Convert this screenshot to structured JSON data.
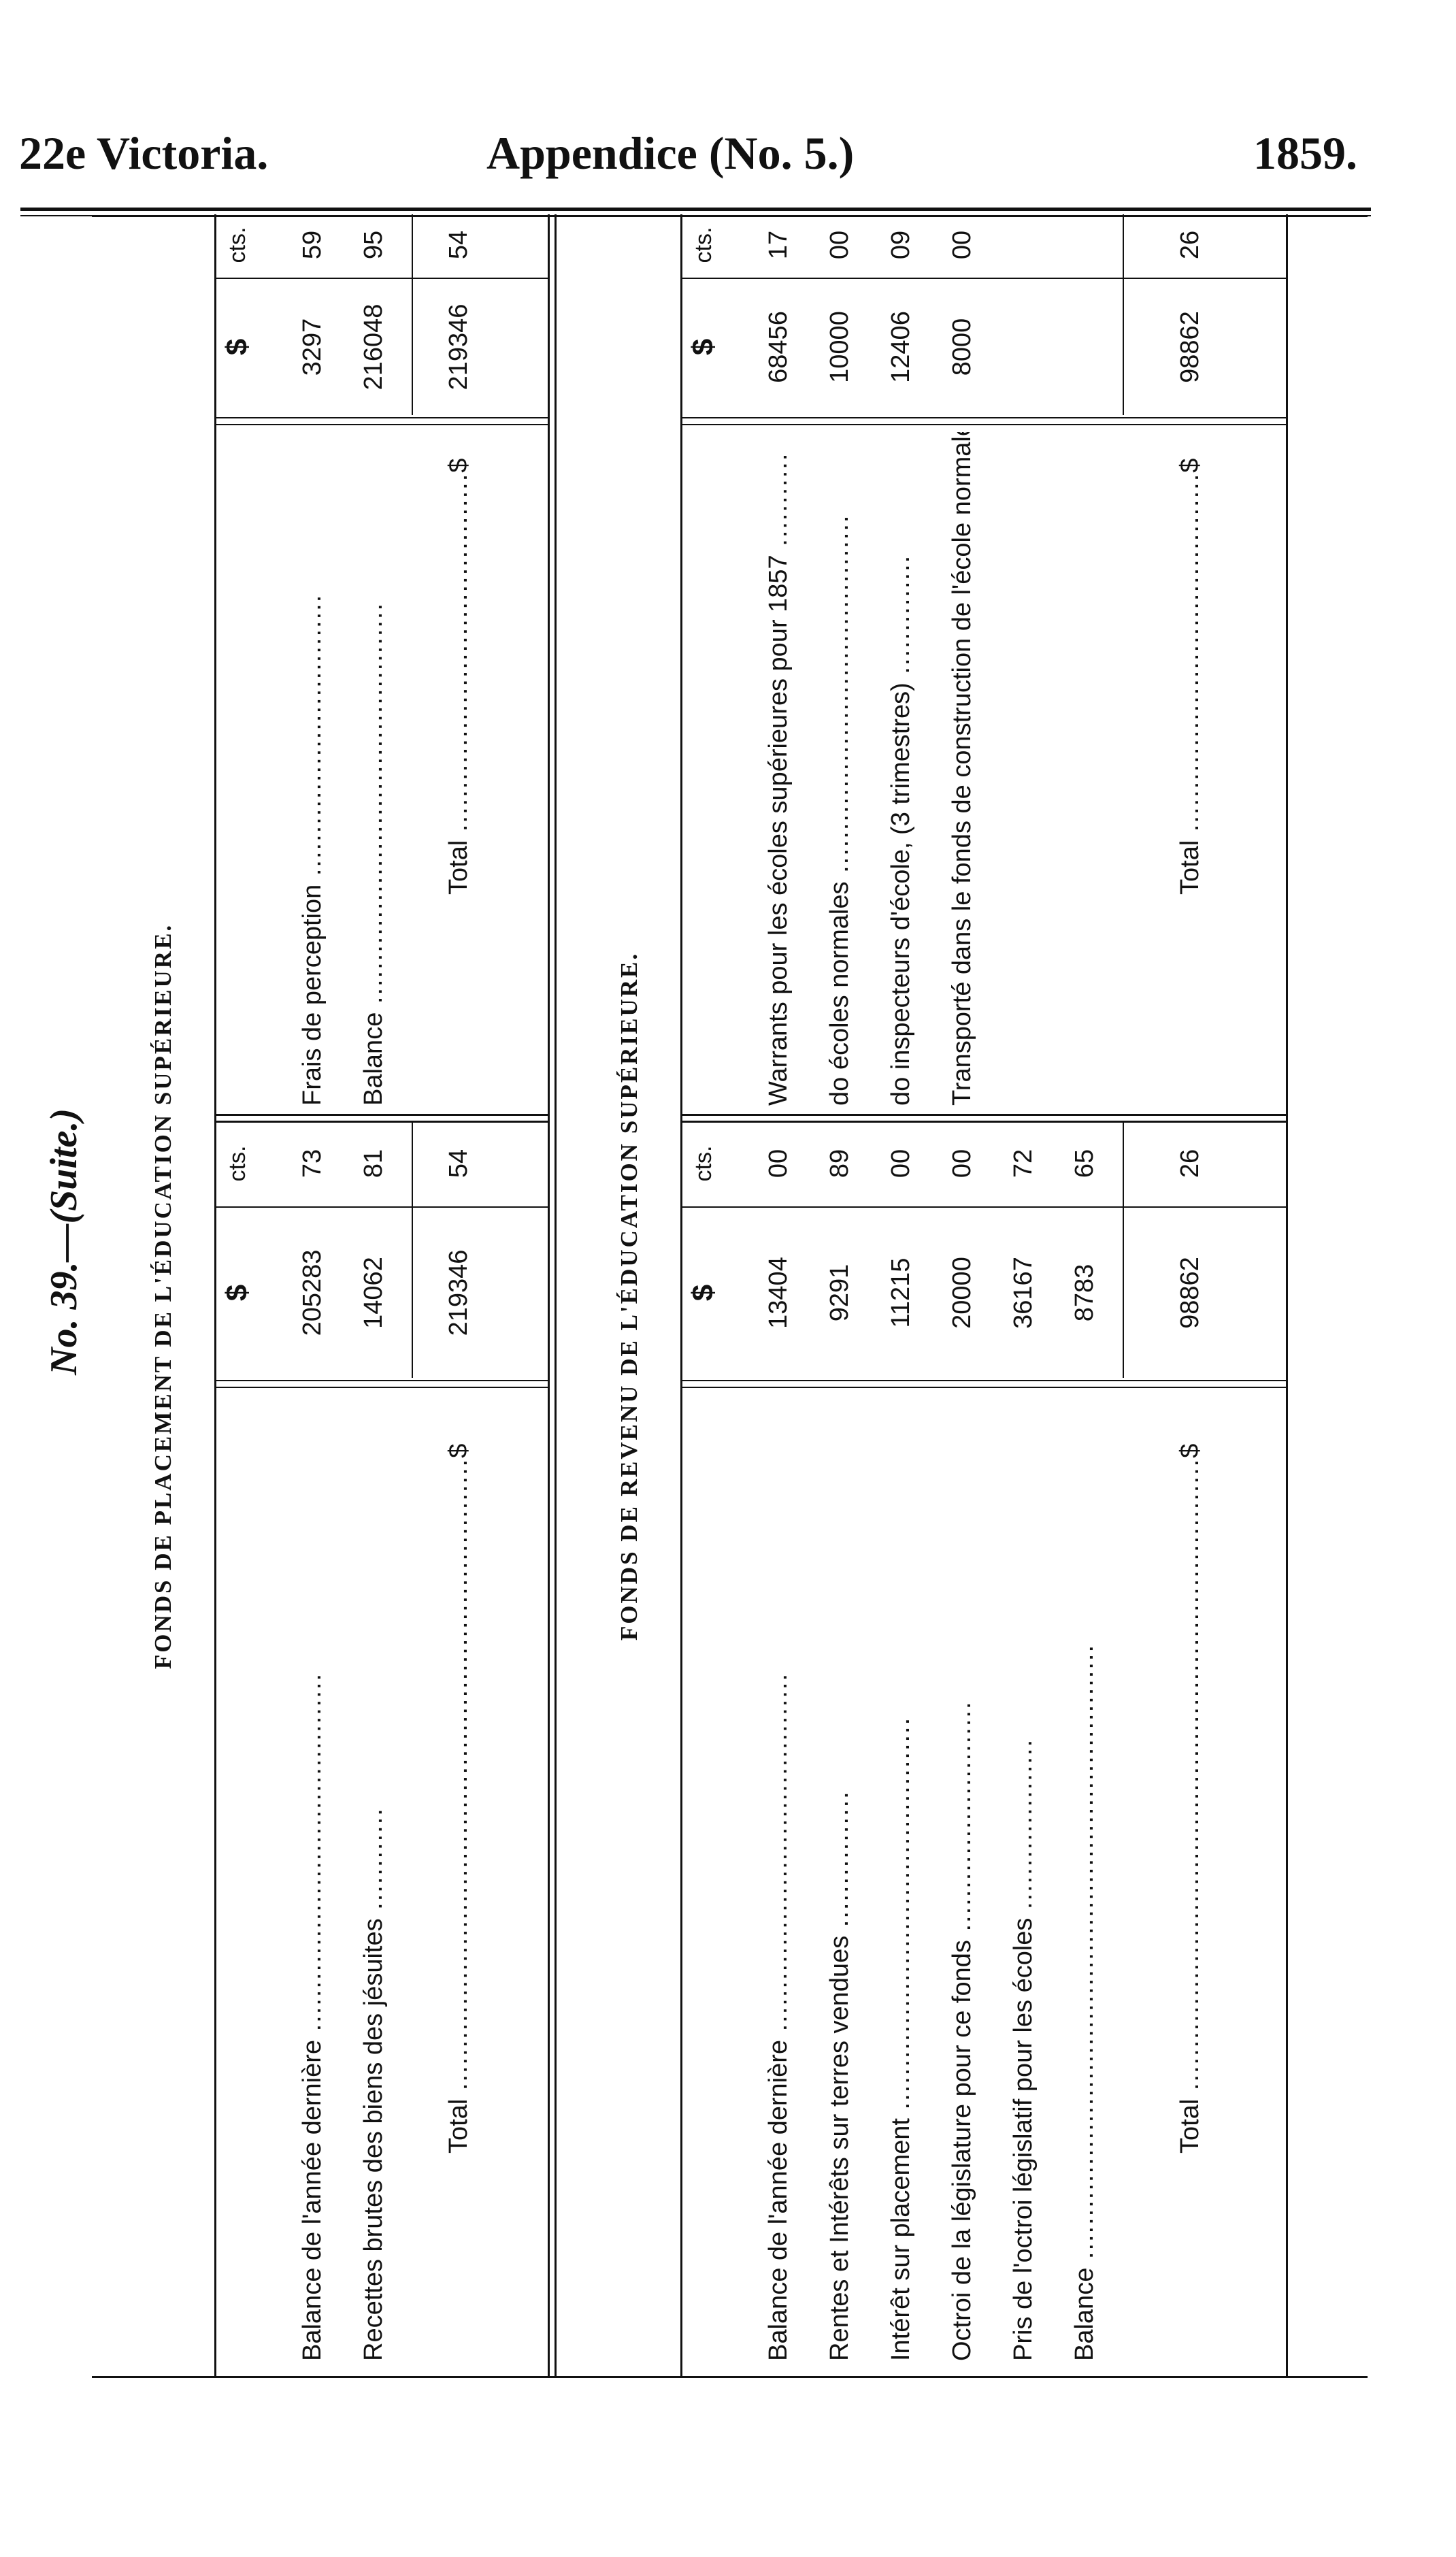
{
  "header": {
    "left": "22e Victoria.",
    "center": "Appendice (No. 5.)",
    "right": "1859."
  },
  "page_title": "No. 39.—(Suite.)",
  "sections": [
    {
      "title": "FONDS DE PLACEMENT DE L'ÉDUCATION SUPÉRIEURE.",
      "left_header": {
        "dollars": "$",
        "cents": "cts."
      },
      "right_header": {
        "dollars": "$",
        "cents": "cts."
      },
      "left_rows": [
        {
          "label": "Balance de l'année dernière",
          "dollars": "205283",
          "cents": "73"
        },
        {
          "label": "Recettes brutes des biens des jésuites",
          "dollars": "14062",
          "cents": "81"
        }
      ],
      "left_total": {
        "label": "Total",
        "symbol": "$",
        "dollars": "219346",
        "cents": "54"
      },
      "right_rows": [
        {
          "label": "Frais de perception",
          "dollars": "3297",
          "cents": "59"
        },
        {
          "label": "Balance",
          "dollars": "216048",
          "cents": "95"
        }
      ],
      "right_total": {
        "label": "Total",
        "symbol": "$",
        "dollars": "219346",
        "cents": "54"
      }
    },
    {
      "title": "FONDS DE REVENU DE L'ÉDUCATION SUPÉRIEURE.",
      "left_header": {
        "dollars": "$",
        "cents": "cts."
      },
      "right_header": {
        "dollars": "$",
        "cents": "cts."
      },
      "left_rows": [
        {
          "label": "Balance de l'année dernière",
          "dollars": "13404",
          "cents": "00"
        },
        {
          "label": "Rentes et Intérêts sur terres vendues",
          "dollars": "9291",
          "cents": "89"
        },
        {
          "label": "Intérêt sur placement",
          "dollars": "11215",
          "cents": "00"
        },
        {
          "label": "Octroi de la législature pour ce fonds",
          "dollars": "20000",
          "cents": "00"
        },
        {
          "label": "Pris de l'octroi législatif pour les écoles",
          "dollars": "36167",
          "cents": "72"
        },
        {
          "label": "Balance",
          "dollars": "8783",
          "cents": "65"
        }
      ],
      "left_total": {
        "label": "Total",
        "symbol": "$",
        "dollars": "98862",
        "cents": "26"
      },
      "right_rows": [
        {
          "label": "Warrants pour les écoles supérieures pour 1857",
          "dollars": "68456",
          "cents": "17"
        },
        {
          "label": "do écoles normales",
          "dollars": "10000",
          "cents": "00"
        },
        {
          "label": "do inspecteurs d'école, (3 trimestres)",
          "dollars": "12406",
          "cents": "09"
        },
        {
          "label": "Transporté dans le fonds de construction de l'école normale",
          "dollars": "8000",
          "cents": "00"
        }
      ],
      "right_total": {
        "label": "Total",
        "symbol": "$",
        "dollars": "98862",
        "cents": "26"
      }
    }
  ]
}
